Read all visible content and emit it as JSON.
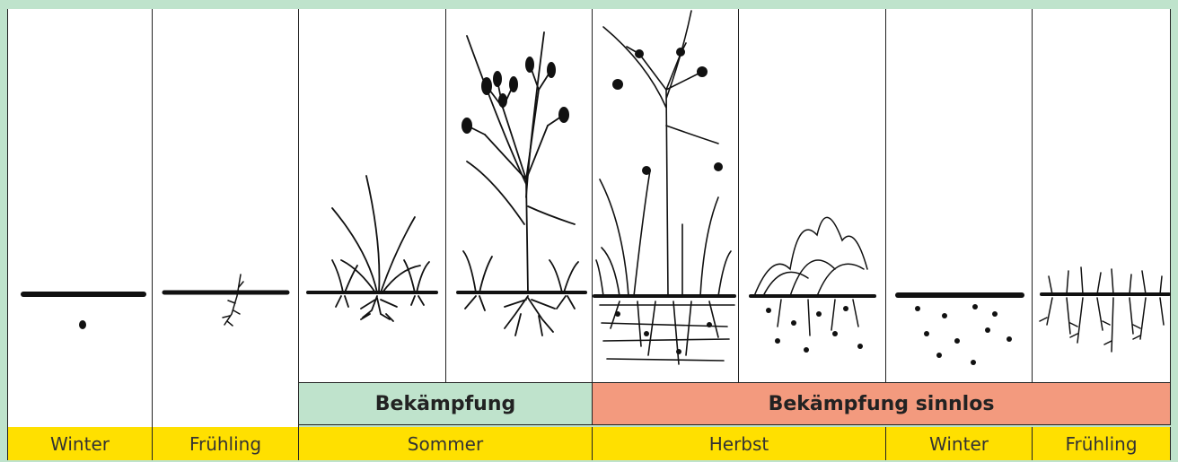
{
  "phases": {
    "control": {
      "label": "Bekämpfung",
      "color": "#bfe3cc"
    },
    "control_pointless": {
      "label": "Bekämpfung sinnlos",
      "color": "#f39a7e"
    }
  },
  "seasons": [
    {
      "label": "Winter"
    },
    {
      "label": "Frühling"
    },
    {
      "label": "Sommer"
    },
    {
      "label": "Herbst"
    },
    {
      "label": "Winter"
    },
    {
      "label": "Frühling"
    }
  ],
  "colors": {
    "border": "#bfe3cc",
    "season_bar": "#ffe000",
    "ink": "#111111"
  }
}
